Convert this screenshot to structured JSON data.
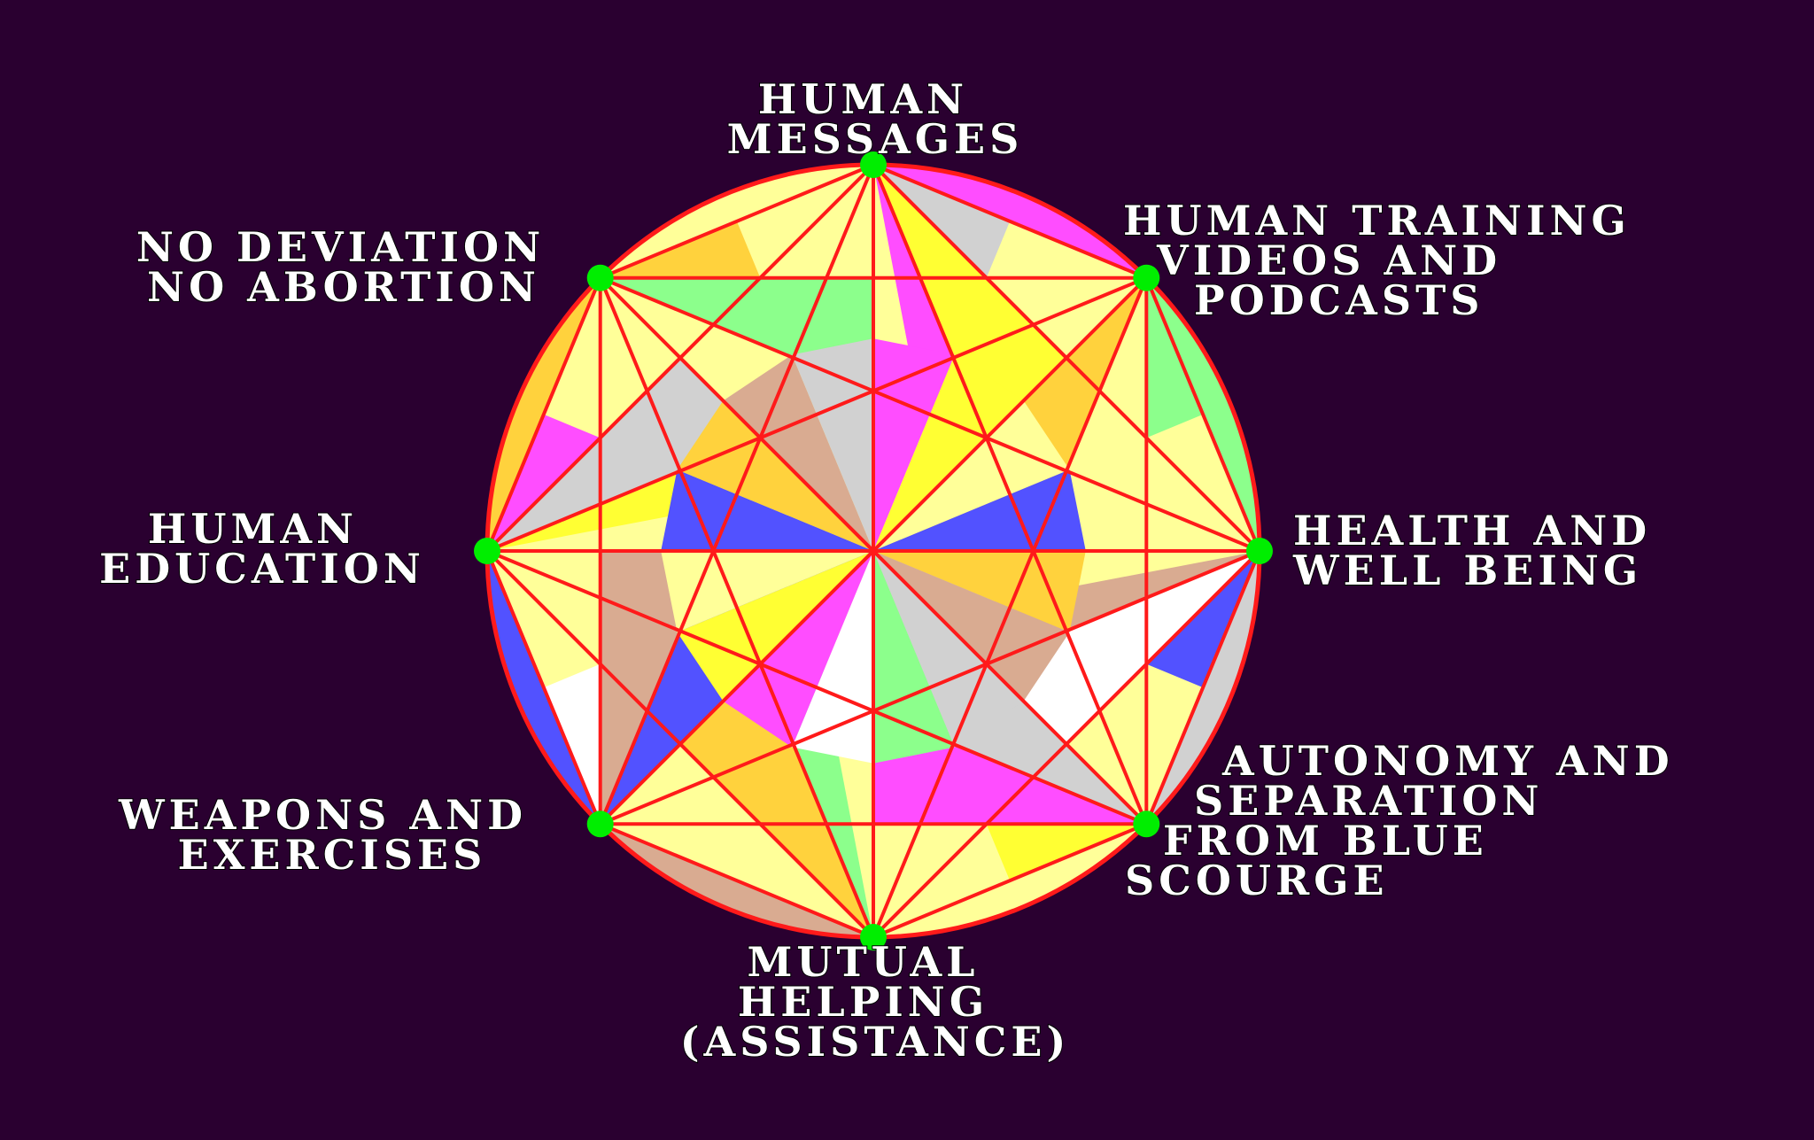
{
  "colors": {
    "background": "#2a0030",
    "line": "#ff1a1a",
    "node": "#00ee00",
    "label": "#ffffff",
    "palette": [
      "#ff4dff",
      "#8cff8c",
      "#d9ab91",
      "#5252ff",
      "#ffff33",
      "#ffffff",
      "#d1d1d1",
      "#ffd23d",
      "#ffff99"
    ]
  },
  "icons": {
    "node": "green-dot-icon"
  },
  "nodes": [
    {
      "id": "top",
      "lines": [
        "HUMAN",
        "MESSAGES"
      ]
    },
    {
      "id": "top-right",
      "lines": [
        "HUMAN TRAINING",
        "VIDEOS AND",
        "PODCASTS"
      ]
    },
    {
      "id": "right",
      "lines": [
        "HEALTH AND",
        "WELL BEING"
      ]
    },
    {
      "id": "bottom-right",
      "lines": [
        "AUTONOMY AND",
        "SEPARATION",
        "FROM BLUE",
        "SCOURGE"
      ]
    },
    {
      "id": "bottom",
      "lines": [
        "MUTUAL",
        "HELPING",
        "(ASSISTANCE)"
      ]
    },
    {
      "id": "bottom-left",
      "lines": [
        "WEAPONS AND",
        "EXERCISES"
      ]
    },
    {
      "id": "left",
      "lines": [
        "HUMAN",
        "EDUCATION"
      ]
    },
    {
      "id": "top-left",
      "lines": [
        "NO DEVIATION",
        "NO ABORTION"
      ]
    }
  ]
}
